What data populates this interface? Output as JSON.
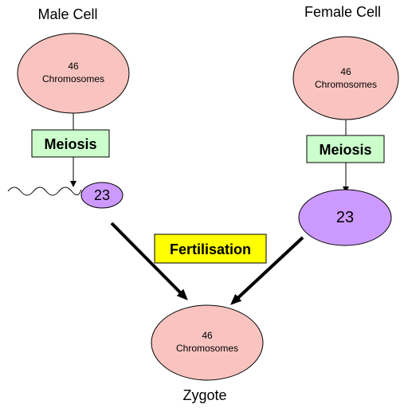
{
  "labels": {
    "male_cell": "Male Cell",
    "female_cell": "Female Cell",
    "zygote": "Zygote"
  },
  "male_parent": {
    "count": "46",
    "unit": "Chromosomes"
  },
  "female_parent": {
    "count": "46",
    "unit": "Chromosomes"
  },
  "zygote_cell": {
    "count": "46",
    "unit": "Chromosomes"
  },
  "male_meiosis": {
    "label": "Meiosis"
  },
  "female_meiosis": {
    "label": "Meiosis"
  },
  "sperm": {
    "count": "23"
  },
  "egg": {
    "count": "23"
  },
  "fertilisation": {
    "label": "Fertilisation"
  },
  "colors": {
    "parent_cell_fill": "#f9c4bf",
    "gamete_fill": "#cc99ff",
    "meiosis_box_fill": "#ccffcc",
    "fertilisation_box_fill": "#ffff00",
    "outline": "#000000"
  }
}
